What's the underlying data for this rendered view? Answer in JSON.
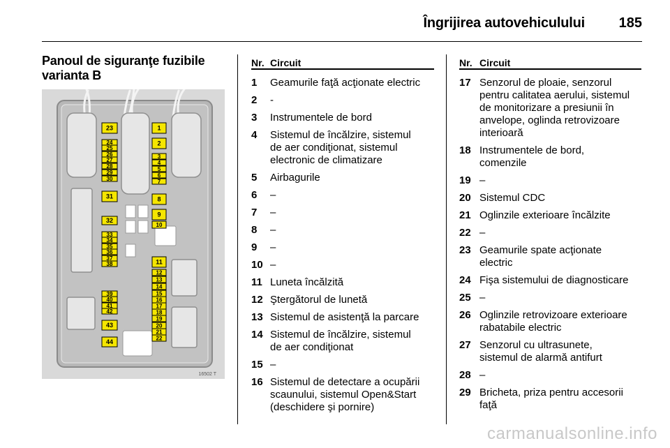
{
  "header": {
    "title": "Îngrijirea autovehiculului",
    "page_number": "185"
  },
  "section": {
    "title_line1": "Panoul de siguranţe fuzibile",
    "title_line2": "varianta B"
  },
  "figure": {
    "code": "16502 T",
    "fuses_col_left": [
      "23",
      "24",
      "25",
      "26",
      "27",
      "28",
      "29",
      "30",
      "31",
      "32",
      "33",
      "34",
      "35",
      "36",
      "37",
      "38",
      "39",
      "40",
      "41",
      "42",
      "43",
      "44"
    ],
    "fuses_col_right": [
      "1",
      "2",
      "3",
      "4",
      "5",
      "6",
      "7",
      "8",
      "9",
      "10",
      "11",
      "12",
      "13",
      "14",
      "15",
      "16",
      "17",
      "18",
      "19",
      "20",
      "21",
      "22"
    ]
  },
  "table_headers": {
    "nr": "Nr.",
    "circuit": "Circuit"
  },
  "left_table": [
    {
      "nr": "1",
      "lines": [
        "Geamurile faţă acţionate electric"
      ]
    },
    {
      "nr": "2",
      "lines": [
        "-"
      ]
    },
    {
      "nr": "3",
      "lines": [
        "Instrumentele de bord"
      ]
    },
    {
      "nr": "4",
      "lines": [
        "Sistemul de încălzire, sistemul",
        "de aer condiţionat, sistemul",
        "electronic de climatizare"
      ]
    },
    {
      "nr": "5",
      "lines": [
        "Airbagurile"
      ]
    },
    {
      "nr": "6",
      "lines": [
        "–"
      ]
    },
    {
      "nr": "7",
      "lines": [
        "–"
      ]
    },
    {
      "nr": "8",
      "lines": [
        "–"
      ]
    },
    {
      "nr": "9",
      "lines": [
        "–"
      ]
    },
    {
      "nr": "10",
      "lines": [
        "–"
      ]
    },
    {
      "nr": "11",
      "lines": [
        "Luneta încălzită"
      ]
    },
    {
      "nr": "12",
      "lines": [
        "Ştergătorul de lunetă"
      ]
    },
    {
      "nr": "13",
      "lines": [
        "Sistemul de asistenţă la parcare"
      ]
    },
    {
      "nr": "14",
      "lines": [
        "Sistemul de încălzire, sistemul",
        "de aer condiţionat"
      ]
    },
    {
      "nr": "15",
      "lines": [
        "–"
      ]
    },
    {
      "nr": "16",
      "lines": [
        "Sistemul de detectare a ocupării",
        "scaunului, sistemul Open&Start",
        "(deschidere şi pornire)"
      ]
    }
  ],
  "right_table": [
    {
      "nr": "17",
      "lines": [
        "Senzorul de ploaie, senzorul",
        "pentru calitatea aerului, sistemul",
        "de monitorizare a presiunii în",
        "anvelope, oglinda retrovizoare",
        "interioară"
      ]
    },
    {
      "nr": "18",
      "lines": [
        "Instrumentele de bord,",
        "comenzile"
      ]
    },
    {
      "nr": "19",
      "lines": [
        "–"
      ]
    },
    {
      "nr": "20",
      "lines": [
        "Sistemul CDC"
      ]
    },
    {
      "nr": "21",
      "lines": [
        "Oglinzile exterioare încălzite"
      ]
    },
    {
      "nr": "22",
      "lines": [
        "–"
      ]
    },
    {
      "nr": "23",
      "lines": [
        "Geamurile spate acţionate",
        "electric"
      ]
    },
    {
      "nr": "24",
      "lines": [
        "Fişa sistemului de diagnosticare"
      ]
    },
    {
      "nr": "25",
      "lines": [
        "–"
      ]
    },
    {
      "nr": "26",
      "lines": [
        "Oglinzile retrovizoare exterioare",
        "rabatabile electric"
      ]
    },
    {
      "nr": "27",
      "lines": [
        "Senzorul cu ultrasunete,",
        "sistemul de alarmă antifurt"
      ]
    },
    {
      "nr": "28",
      "lines": [
        "–"
      ]
    },
    {
      "nr": "29",
      "lines": [
        "Bricheta, priza pentru accesorii",
        "faţă"
      ]
    }
  ],
  "watermark": "carmanualsonline.info"
}
